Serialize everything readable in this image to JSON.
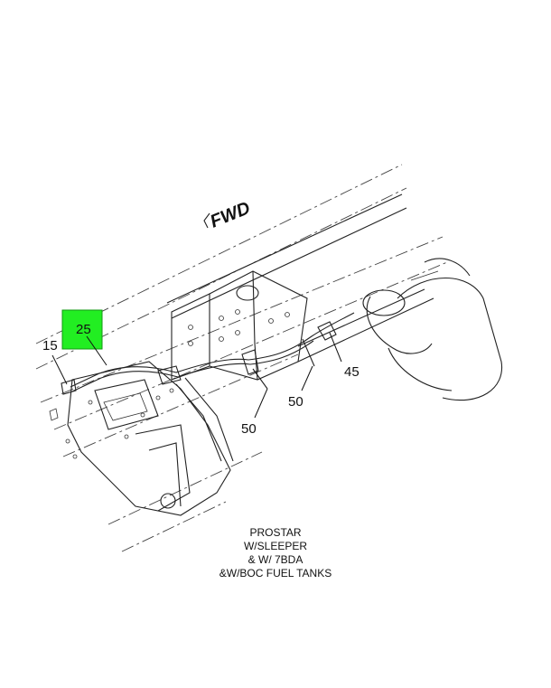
{
  "direction_marker": "FWD",
  "callouts": {
    "highlighted": "25",
    "c15": "15",
    "c45": "45",
    "c50a": "50",
    "c50b": "50"
  },
  "caption_lines": [
    "PROSTAR",
    "W/SLEEPER",
    "& W/ 7BDA",
    "&W/BOC FUEL TANKS"
  ],
  "colors": {
    "highlight": "#22ee22",
    "ink": "#111111"
  }
}
